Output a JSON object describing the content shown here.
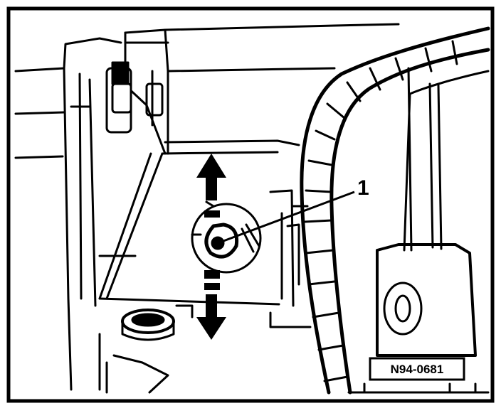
{
  "callouts": [
    {
      "id": "1",
      "label": "1"
    }
  ],
  "reference_code": "N94-0681"
}
